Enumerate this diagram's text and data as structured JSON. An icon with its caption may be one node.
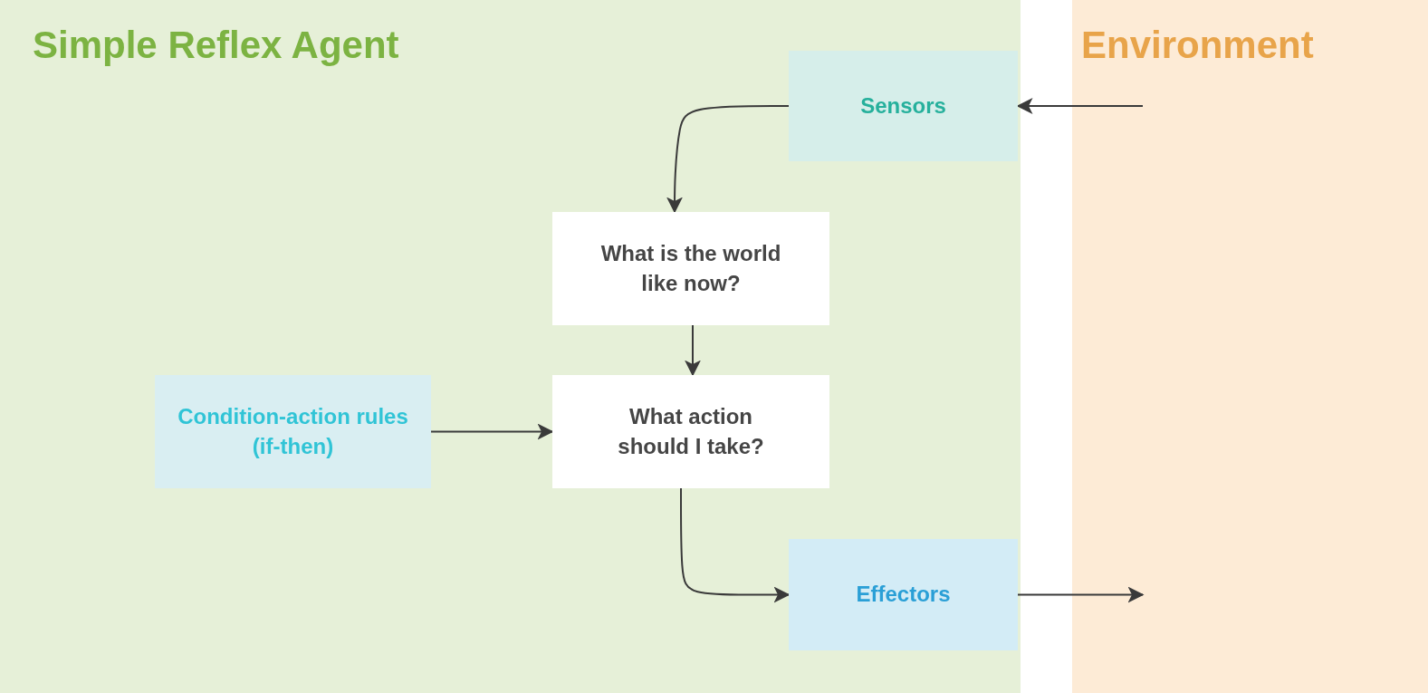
{
  "diagram": {
    "nodes": [
      {
        "text": [
          "Simple Reflex Agent"
        ]
      },
      {
        "text": [
          "Environment"
        ]
      },
      {
        "text": [
          "Sensors"
        ],
        "in": 0
      },
      {
        "text": [
          "What is the world like now?"
        ],
        "in": 0
      },
      {
        "text": [
          "Condition-action rules (if-then)"
        ],
        "in": 0
      },
      {
        "text": [
          "What action should I take?"
        ],
        "in": 0
      },
      {
        "text": [
          "Effectors"
        ],
        "in": 0
      }
    ],
    "edges": [
      {
        "from": 1,
        "to": 2,
        "arrow": "to"
      },
      {
        "from": 2,
        "to": 3,
        "arrow": "to"
      },
      {
        "from": 3,
        "to": 5,
        "arrow": "to"
      },
      {
        "from": 4,
        "to": 5,
        "arrow": "to"
      },
      {
        "from": 5,
        "to": 6,
        "arrow": "to"
      },
      {
        "from": 6,
        "to": 1,
        "arrow": "to"
      }
    ]
  }
}
